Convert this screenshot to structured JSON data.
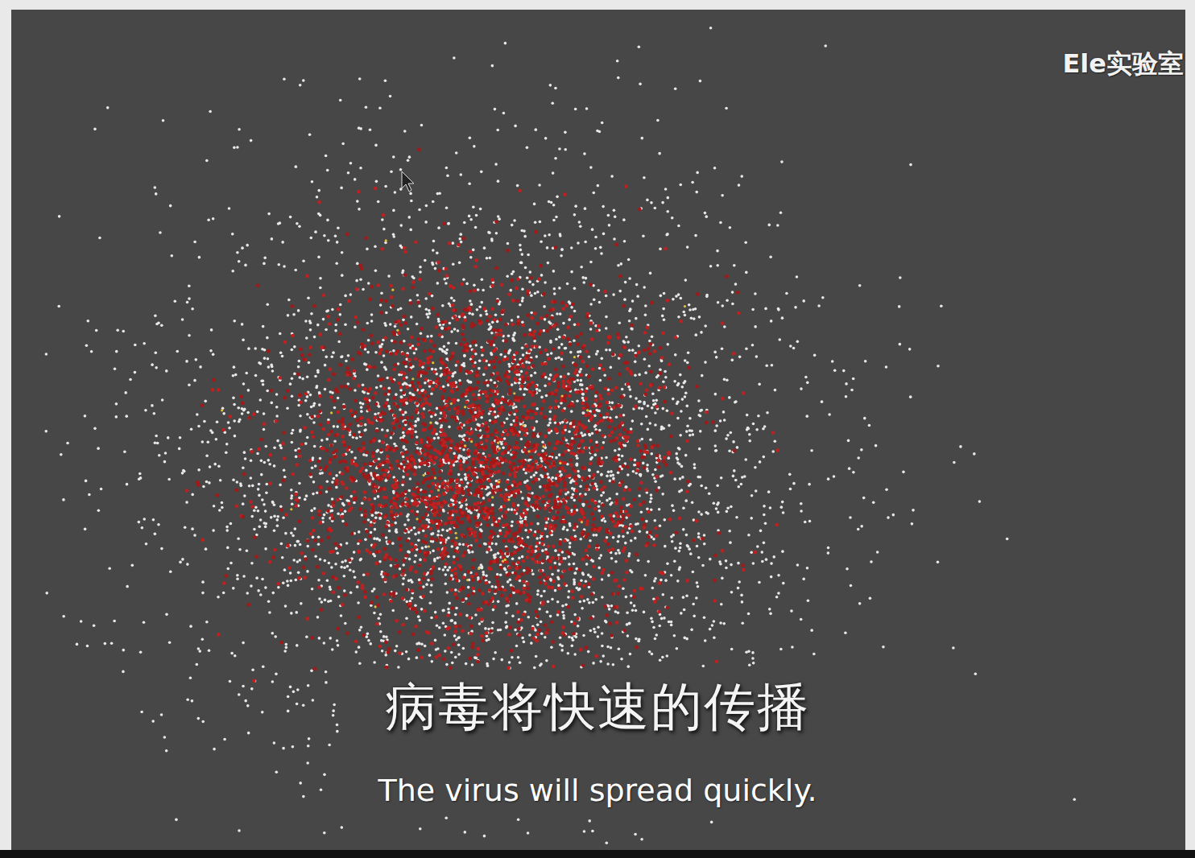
{
  "diagram": {
    "labels": [
      "Ele实验室",
      "病毒将快速的传播",
      "The virus will spread quickly."
    ]
  }
}
